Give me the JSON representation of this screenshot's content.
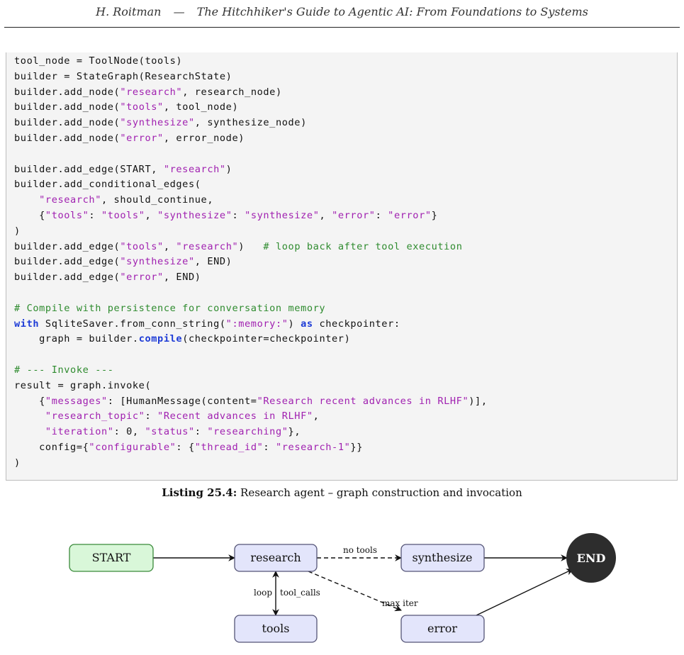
{
  "header": {
    "author": "H. Roitman",
    "separator": "—",
    "book_title": "The Hitchhiker's Guide to Agentic AI: From Foundations to Systems"
  },
  "code": {
    "lines": [
      [
        {
          "t": "tool_node = ToolNode(tools)"
        }
      ],
      [
        {
          "t": "builder = StateGraph(ResearchState)"
        }
      ],
      [
        {
          "t": "builder.add_node("
        },
        {
          "t": "\"research\"",
          "c": "s"
        },
        {
          "t": ", research_node)"
        }
      ],
      [
        {
          "t": "builder.add_node("
        },
        {
          "t": "\"tools\"",
          "c": "s"
        },
        {
          "t": ", tool_node)"
        }
      ],
      [
        {
          "t": "builder.add_node("
        },
        {
          "t": "\"synthesize\"",
          "c": "s"
        },
        {
          "t": ", synthesize_node)"
        }
      ],
      [
        {
          "t": "builder.add_node("
        },
        {
          "t": "\"error\"",
          "c": "s"
        },
        {
          "t": ", error_node)"
        }
      ],
      [
        {
          "t": ""
        }
      ],
      [
        {
          "t": "builder.add_edge(START, "
        },
        {
          "t": "\"research\"",
          "c": "s"
        },
        {
          "t": ")"
        }
      ],
      [
        {
          "t": "builder.add_conditional_edges("
        }
      ],
      [
        {
          "t": "    "
        },
        {
          "t": "\"research\"",
          "c": "s"
        },
        {
          "t": ", should_continue,"
        }
      ],
      [
        {
          "t": "    {"
        },
        {
          "t": "\"tools\"",
          "c": "s"
        },
        {
          "t": ": "
        },
        {
          "t": "\"tools\"",
          "c": "s"
        },
        {
          "t": ", "
        },
        {
          "t": "\"synthesize\"",
          "c": "s"
        },
        {
          "t": ": "
        },
        {
          "t": "\"synthesize\"",
          "c": "s"
        },
        {
          "t": ", "
        },
        {
          "t": "\"error\"",
          "c": "s"
        },
        {
          "t": ": "
        },
        {
          "t": "\"error\"",
          "c": "s"
        },
        {
          "t": "}"
        }
      ],
      [
        {
          "t": ")"
        }
      ],
      [
        {
          "t": "builder.add_edge("
        },
        {
          "t": "\"tools\"",
          "c": "s"
        },
        {
          "t": ", "
        },
        {
          "t": "\"research\"",
          "c": "s"
        },
        {
          "t": ")   "
        },
        {
          "t": "# loop back after tool execution",
          "c": "c"
        }
      ],
      [
        {
          "t": "builder.add_edge("
        },
        {
          "t": "\"synthesize\"",
          "c": "s"
        },
        {
          "t": ", END)"
        }
      ],
      [
        {
          "t": "builder.add_edge("
        },
        {
          "t": "\"error\"",
          "c": "s"
        },
        {
          "t": ", END)"
        }
      ],
      [
        {
          "t": ""
        }
      ],
      [
        {
          "t": "# Compile with persistence for conversation memory",
          "c": "c"
        }
      ],
      [
        {
          "t": "with",
          "c": "k"
        },
        {
          "t": " SqliteSaver.from_conn_string("
        },
        {
          "t": "\":memory:\"",
          "c": "s"
        },
        {
          "t": ") "
        },
        {
          "t": "as",
          "c": "k"
        },
        {
          "t": " checkpointer:"
        }
      ],
      [
        {
          "t": "    graph = builder."
        },
        {
          "t": "compile",
          "c": "k"
        },
        {
          "t": "(checkpointer=checkpointer)"
        }
      ],
      [
        {
          "t": ""
        }
      ],
      [
        {
          "t": "# --- Invoke ---",
          "c": "c"
        }
      ],
      [
        {
          "t": "result = graph.invoke("
        }
      ],
      [
        {
          "t": "    {"
        },
        {
          "t": "\"messages\"",
          "c": "s"
        },
        {
          "t": ": [HumanMessage(content="
        },
        {
          "t": "\"Research recent advances in RLHF\"",
          "c": "s"
        },
        {
          "t": ")],"
        }
      ],
      [
        {
          "t": "     "
        },
        {
          "t": "\"research_topic\"",
          "c": "s"
        },
        {
          "t": ": "
        },
        {
          "t": "\"Recent advances in RLHF\"",
          "c": "s"
        },
        {
          "t": ","
        }
      ],
      [
        {
          "t": "     "
        },
        {
          "t": "\"iteration\"",
          "c": "s"
        },
        {
          "t": ": 0, "
        },
        {
          "t": "\"status\"",
          "c": "s"
        },
        {
          "t": ": "
        },
        {
          "t": "\"researching\"",
          "c": "s"
        },
        {
          "t": "},"
        }
      ],
      [
        {
          "t": "    config={"
        },
        {
          "t": "\"configurable\"",
          "c": "s"
        },
        {
          "t": ": {"
        },
        {
          "t": "\"thread_id\"",
          "c": "s"
        },
        {
          "t": ": "
        },
        {
          "t": "\"research-1\"",
          "c": "s"
        },
        {
          "t": "}}"
        }
      ],
      [
        {
          "t": ")"
        }
      ]
    ]
  },
  "caption": {
    "label": "Listing 25.4:",
    "text": "Research agent – graph construction and invocation"
  },
  "diagram": {
    "nodes": {
      "start": "START",
      "research": "research",
      "synthesize": "synthesize",
      "end": "END",
      "tools": "tools",
      "error": "error"
    },
    "edge_labels": {
      "no_tools": "no tools",
      "loop": "loop",
      "tool_calls": "tool_calls",
      "max_iter": "max iter"
    },
    "colors": {
      "start_fill": "#d9f7d9",
      "start_stroke": "#3a8a3a",
      "node_fill": "#e3e5fb",
      "node_stroke": "#555577",
      "end_fill": "#2d2d2d"
    }
  }
}
